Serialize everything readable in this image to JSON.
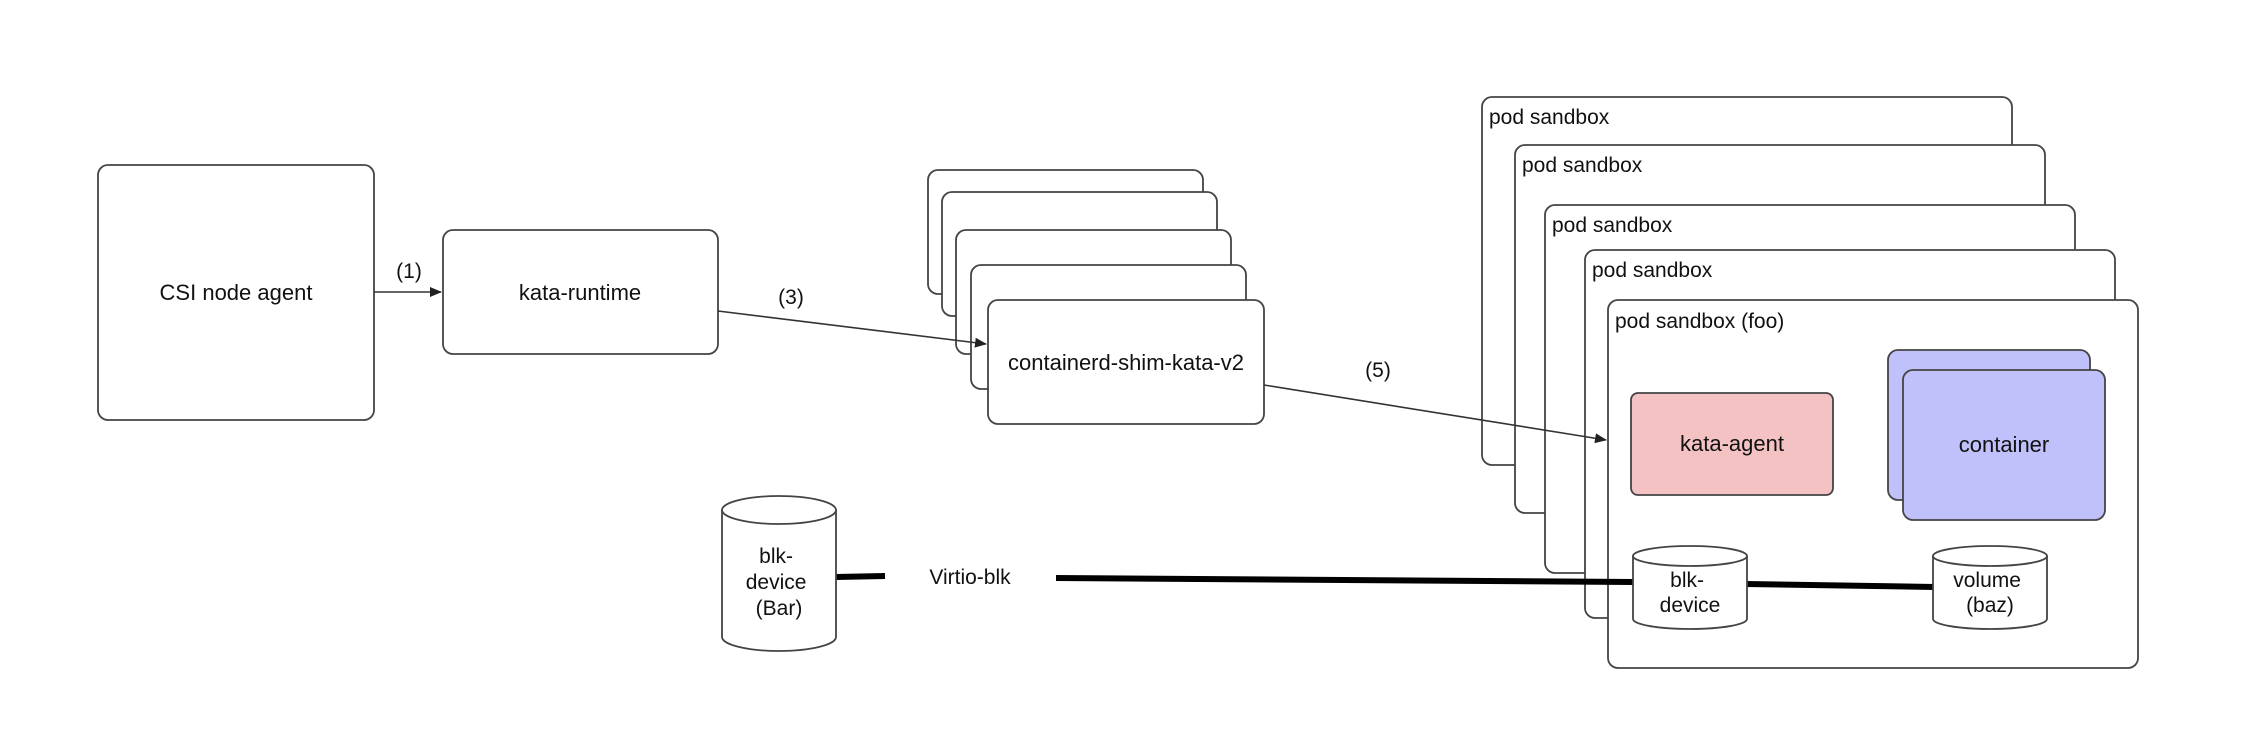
{
  "colors": {
    "agent_fill": "#f4c2c2",
    "container_fill": "#c0c0fa",
    "stroke": "#444444",
    "background": "#ffffff"
  },
  "nodes": {
    "csi_node_agent": "CSI node agent",
    "kata_runtime": "kata-runtime",
    "containerd_shim": "containerd-shim-kata-v2",
    "pod_sandbox": "pod sandbox",
    "pod_sandbox_foo": "pod sandbox (foo)",
    "kata_agent": "kata-agent",
    "container": "container",
    "blk_device_bar": [
      "blk-",
      "device",
      "(Bar)"
    ],
    "blk_device_guest": [
      "blk-",
      "device"
    ],
    "volume_baz": [
      "volume",
      "(baz)"
    ]
  },
  "edges": {
    "step1": "(1)",
    "step3": "(3)",
    "step5": "(5)",
    "virtio": "Virtio-blk"
  }
}
